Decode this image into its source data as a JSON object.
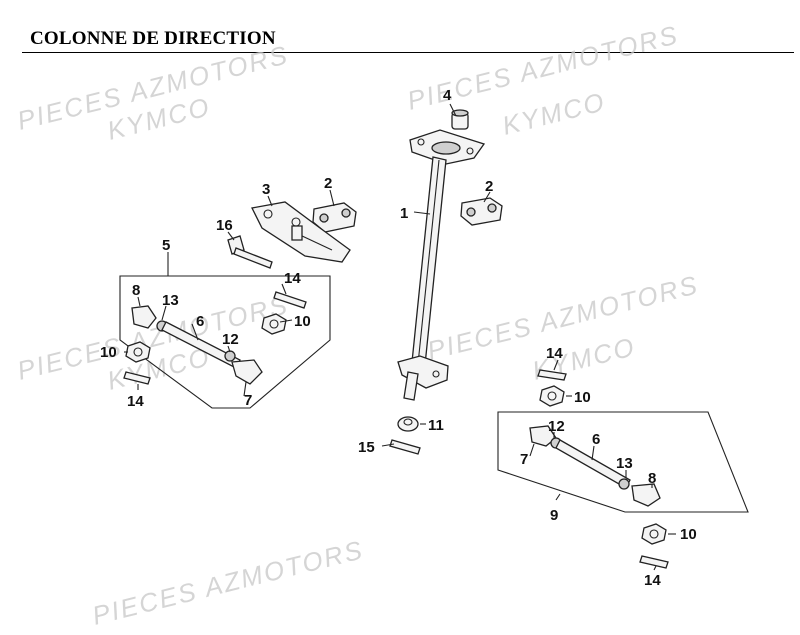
{
  "title": "COLONNE DE DIRECTION",
  "watermarks": [
    "PIECES AZMOTORS",
    "KYMCO",
    "PIECES AZMOTORS",
    "KYMCO",
    "PIECES AZMOTORS",
    "KYMCO",
    "PIECES AZMOTORS",
    "KYMCO",
    "PIECES AZMOTORS"
  ],
  "callouts": {
    "c1": "1",
    "c2a": "2",
    "c2b": "2",
    "c3": "3",
    "c4": "4",
    "c5": "5",
    "c6a": "6",
    "c6b": "6",
    "c7a": "7",
    "c7b": "7",
    "c8a": "8",
    "c8b": "8",
    "c9": "9",
    "c10a": "10",
    "c10b": "10",
    "c10c": "10",
    "c10d": "10",
    "c11": "11",
    "c12a": "12",
    "c12b": "12",
    "c13a": "13",
    "c13b": "13",
    "c14a": "14",
    "c14b": "14",
    "c14c": "14",
    "c14d": "14",
    "c15": "15",
    "c16": "16"
  }
}
